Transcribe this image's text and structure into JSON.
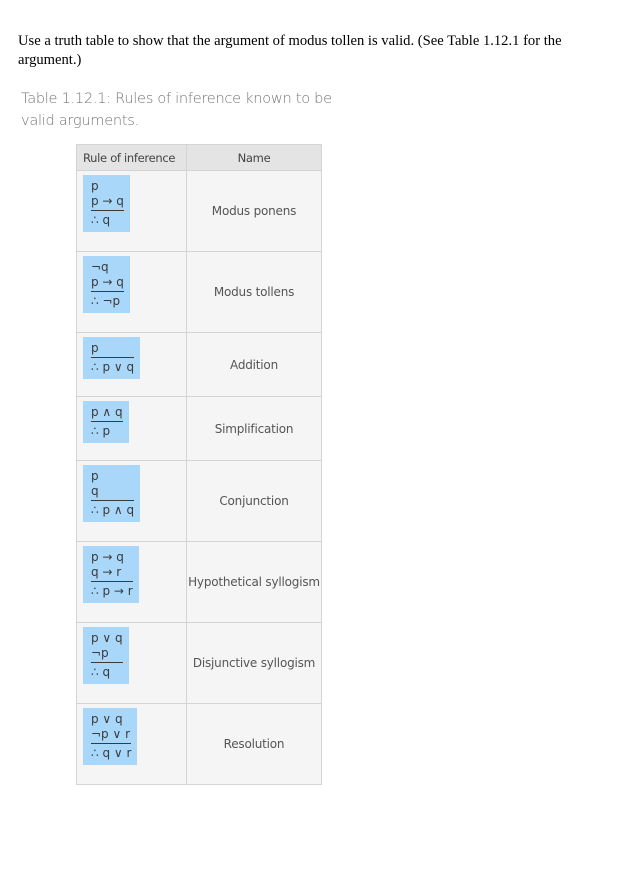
{
  "question": "Use a truth table to show that the argument of modus tollen is valid. (See Table 1.12.1 for the argument.)",
  "caption": "Table 1.12.1: Rules of inference known to be valid arguments.",
  "table": {
    "headers": {
      "rule": "Rule of inference",
      "name": "Name"
    },
    "rows": [
      {
        "lines": [
          "p",
          "p → q",
          "∴ q"
        ],
        "name": "Modus ponens"
      },
      {
        "lines": [
          "¬q",
          "p → q",
          "∴ ¬p"
        ],
        "name": "Modus tollens"
      },
      {
        "lines": [
          "p",
          "∴ p ∨ q"
        ],
        "name": "Addition"
      },
      {
        "lines": [
          "p ∧ q",
          "∴ p"
        ],
        "name": "Simplification"
      },
      {
        "lines": [
          "p",
          "q",
          "∴ p ∧ q"
        ],
        "name": "Conjunction"
      },
      {
        "lines": [
          "p → q",
          "q → r",
          "∴ p → r"
        ],
        "name": "Hypothetical syllogism"
      },
      {
        "lines": [
          "p ∨ q",
          "¬p",
          "∴ q"
        ],
        "name": "Disjunctive syllogism"
      },
      {
        "lines": [
          "p ∨ q",
          "¬p ∨ r",
          "∴ q ∨ r"
        ],
        "name": "Resolution"
      }
    ]
  }
}
